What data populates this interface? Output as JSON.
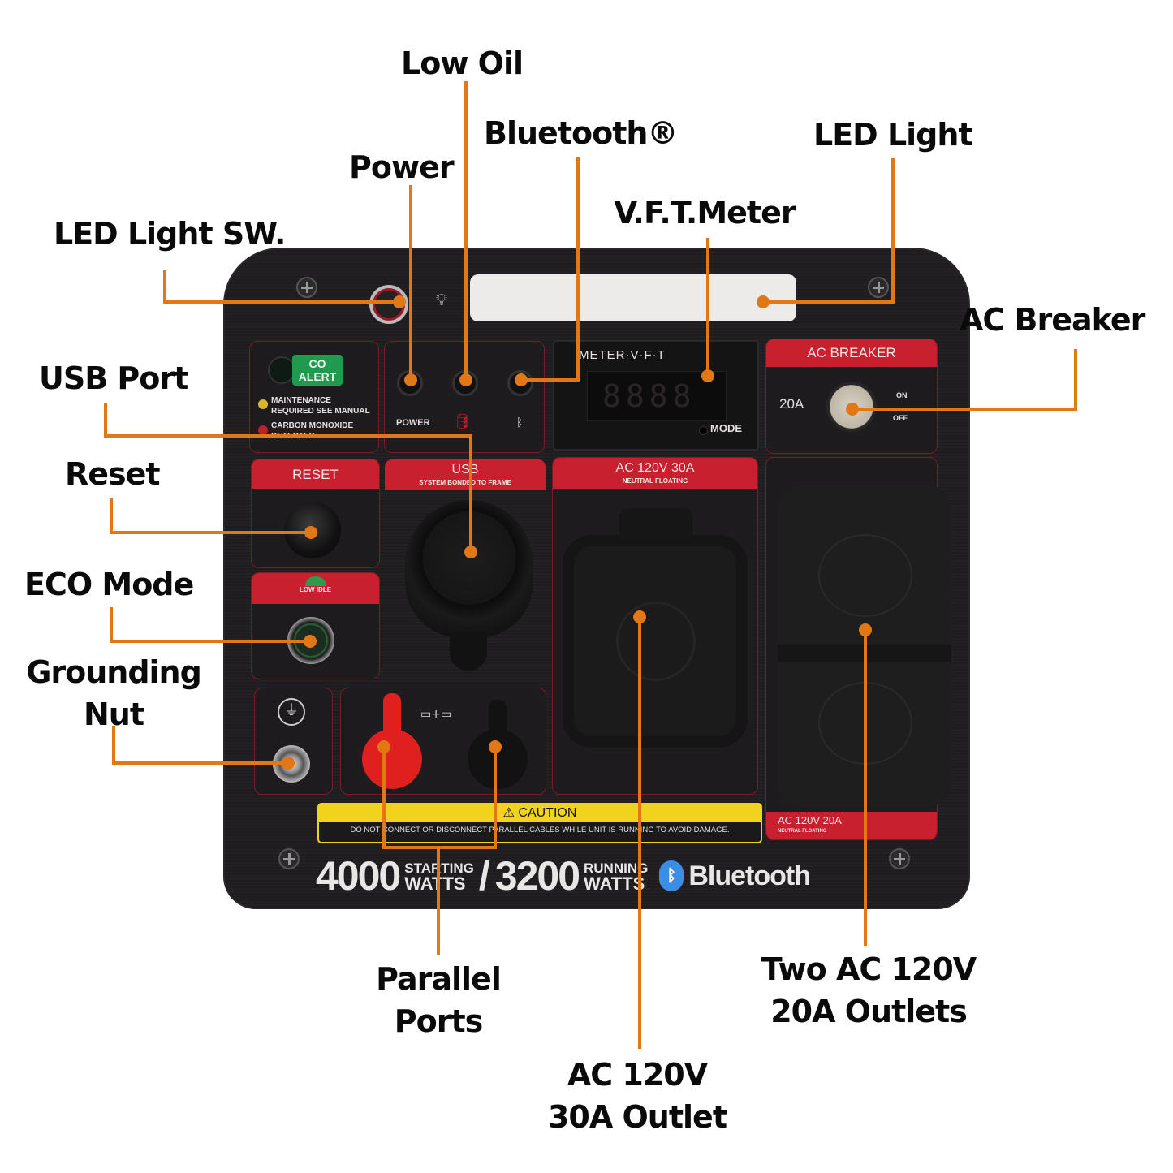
{
  "callouts": {
    "low_oil": "Low Oil",
    "bluetooth": "Bluetooth®",
    "power": "Power",
    "led_light": "LED Light",
    "vft_meter": "V.F.T.Meter",
    "led_light_sw": "LED Light SW.",
    "ac_breaker": "AC Breaker",
    "usb_port": "USB Port",
    "reset": "Reset",
    "eco_mode": "ECO Mode",
    "grounding_nut_line1": "Grounding",
    "grounding_nut_line2": "Nut",
    "parallel_ports_line1": "Parallel",
    "parallel_ports_line2": "Ports",
    "ac_30a_line1": "AC 120V",
    "ac_30a_line2": "30A Outlet",
    "ac_20a_line1": "Two AC 120V",
    "ac_20a_line2": "20A Outlets"
  },
  "panel": {
    "co_alert_line1": "CO",
    "co_alert_line2": "ALERT",
    "maintenance_line1": "MAINTENANCE",
    "maintenance_line2": "REQUIRED SEE MANUAL",
    "co_detected_line1": "CARBON MONOXIDE",
    "co_detected_line2": "DETECTED",
    "power_label": "POWER",
    "meter_label": "METER·V·F·T",
    "meter_display": "8888",
    "mode_label": "MODE",
    "ac_breaker_header": "AC BREAKER",
    "breaker_rating": "20A",
    "breaker_on": "ON",
    "breaker_off": "OFF",
    "reset_header": "RESET",
    "usb_header": "USB",
    "usb_subheader": "SYSTEM BONDED TO FRAME",
    "ac30_header": "AC 120V 30A",
    "ac30_subheader": "NEUTRAL FLOATING",
    "low_idle_label": "LOW IDLE",
    "ac20_header": "AC 120V 20A",
    "ac20_subheader": "NEUTRAL FLOATING",
    "caution_title": "⚠ CAUTION",
    "caution_text": "DO NOT CONNECT OR DISCONNECT PARALLEL CABLES WHILE UNIT IS RUNNING TO AVOID DAMAGE.",
    "starting_watts_value": "4000",
    "starting_label_line1": "STARTING",
    "starting_label_line2": "WATTS",
    "slash": "/",
    "running_watts_value": "3200",
    "running_label_line1": "RUNNING",
    "running_label_line2": "WATTS",
    "bluetooth_brand": "Bluetooth"
  },
  "colors": {
    "callout_line": "#e27715",
    "panel_red": "#c8202f",
    "co_green": "#1f9a4f",
    "caution_yellow": "#f1d21c",
    "bluetooth_blue": "#3a8ee6"
  }
}
